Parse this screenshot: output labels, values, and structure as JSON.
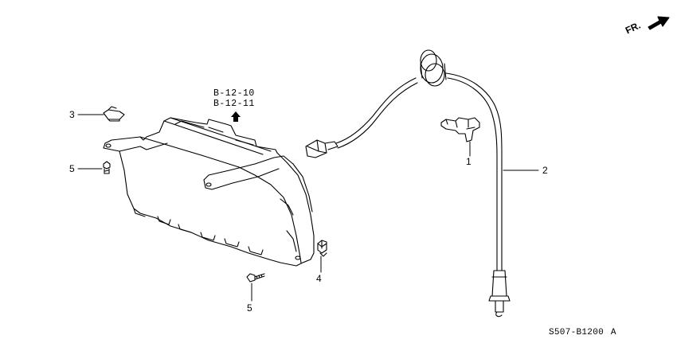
{
  "direction_label": "FR.",
  "references": [
    "B-12-10",
    "B-12-11"
  ],
  "callouts": [
    {
      "key": "c1",
      "text": "1"
    },
    {
      "key": "c2",
      "text": "2"
    },
    {
      "key": "c3",
      "text": "3"
    },
    {
      "key": "c4",
      "text": "4"
    },
    {
      "key": "c5a",
      "text": "5"
    },
    {
      "key": "c5b",
      "text": "5"
    }
  ],
  "diagram_code": "S507-B1200",
  "diagram_code_suffix": "A"
}
